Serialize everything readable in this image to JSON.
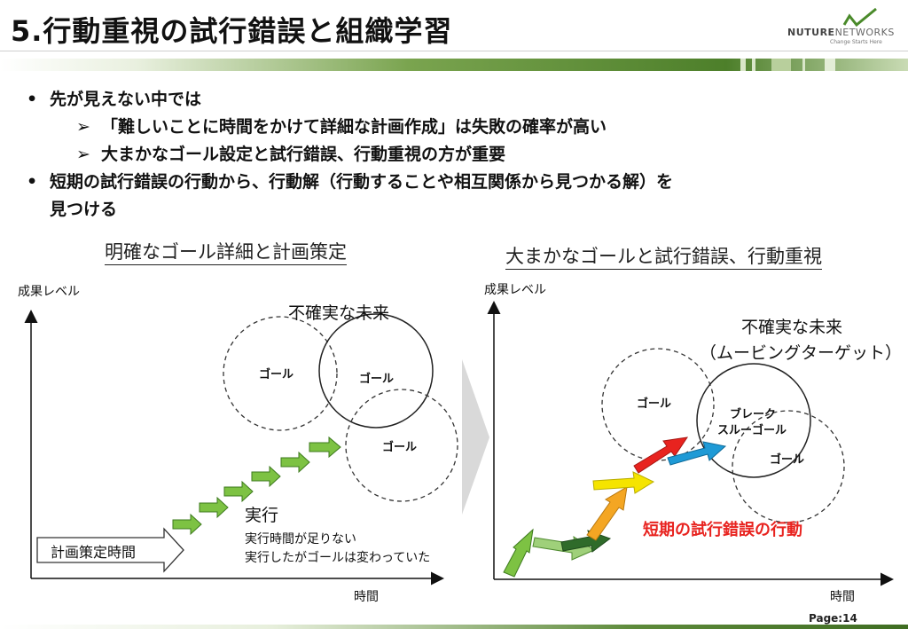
{
  "header": {
    "title": "5.行動重視の試行錯誤と組織学習",
    "logo_main": "NUTURE",
    "logo_main2": "NETWORKS",
    "logo_sub": "Change Starts Here"
  },
  "bullets": {
    "b1": "先が見えない中では",
    "b2": "「難しいことに時間をかけて詳細な計画作成」は失敗の確率が高い",
    "b3": "大まかなゴール設定と試行錯誤、行動重視の方が重要",
    "b4": "短期の試行錯誤の行動から、行動解（行動することや相互関係から見つかる解）を",
    "b5": "見つける",
    "bullet_symbol": "•",
    "arrow_symbol": "➢"
  },
  "left": {
    "title": "明確なゴール詳細と計画策定",
    "y_axis": "成果レベル",
    "x_axis": "時間",
    "future_label": "不確実な未来",
    "goal1": "ゴール",
    "goal2": "ゴール",
    "goal3": "ゴール",
    "exec_title": "実行",
    "exec_line1": "実行時間が足りない",
    "exec_line2": "実行したがゴールは変わっていた",
    "plan_label": "計画策定時間"
  },
  "right": {
    "title": "大まかなゴールと試行錯誤、行動重視",
    "y_axis": "成果レベル",
    "x_axis": "時間",
    "future_label1": "不確実な未来",
    "future_label2": "（ムービングターゲット）",
    "goal1": "ゴール",
    "breakthrough1": "ブレーク",
    "breakthrough2": "スルーゴール",
    "goal3": "ゴール",
    "action_label": "短期の試行錯誤の行動"
  },
  "footer": {
    "page": "Page:14"
  },
  "colors": {
    "green_light": "#7dc243",
    "green_dark": "#2f6b2a",
    "green_pale": "#9fd07a",
    "orange": "#f4a623",
    "yellow": "#f5e400",
    "red": "#e8231f",
    "blue": "#1e9ad6",
    "accent_red": "#e8231f"
  }
}
